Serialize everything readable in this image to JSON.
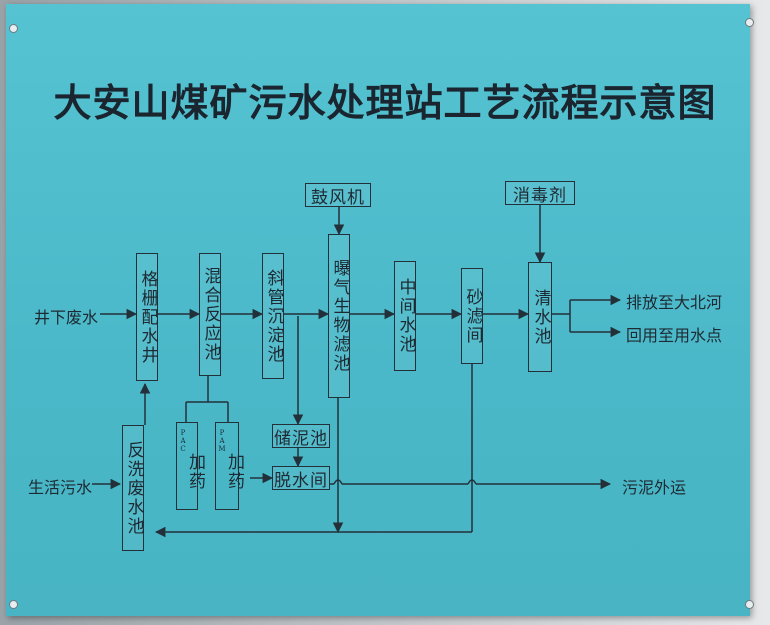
{
  "title": "大安山煤矿污水处理站工艺流程示意图",
  "inputs": {
    "mine_water": "井下废水",
    "domestic_sewage": "生活污水"
  },
  "units": {
    "grille_well": "格栅配水井",
    "mix_tank": "混合反应池",
    "incline_tank": "斜管沉淀池",
    "aeration_filter": "曝气生物滤池",
    "middle_tank": "中间水池",
    "sand_filter": "砂滤间",
    "clear_tank": "清水池",
    "backwash_tank": "反洗废水池",
    "sludge_storage": "储泥池",
    "dewatering": "脱水间",
    "blower": "鼓风机",
    "disinfectant": "消毒剂"
  },
  "dosing": {
    "pac_tag": "PAC",
    "pac_label": "加药",
    "pam_tag": "PAM",
    "pam_label": "加药"
  },
  "outputs": {
    "discharge": "排放至大北河",
    "reuse": "回用至用水点",
    "sludge_out": "污泥外运"
  },
  "colors": {
    "board": "#4ab8c8",
    "line": "#23303a"
  }
}
